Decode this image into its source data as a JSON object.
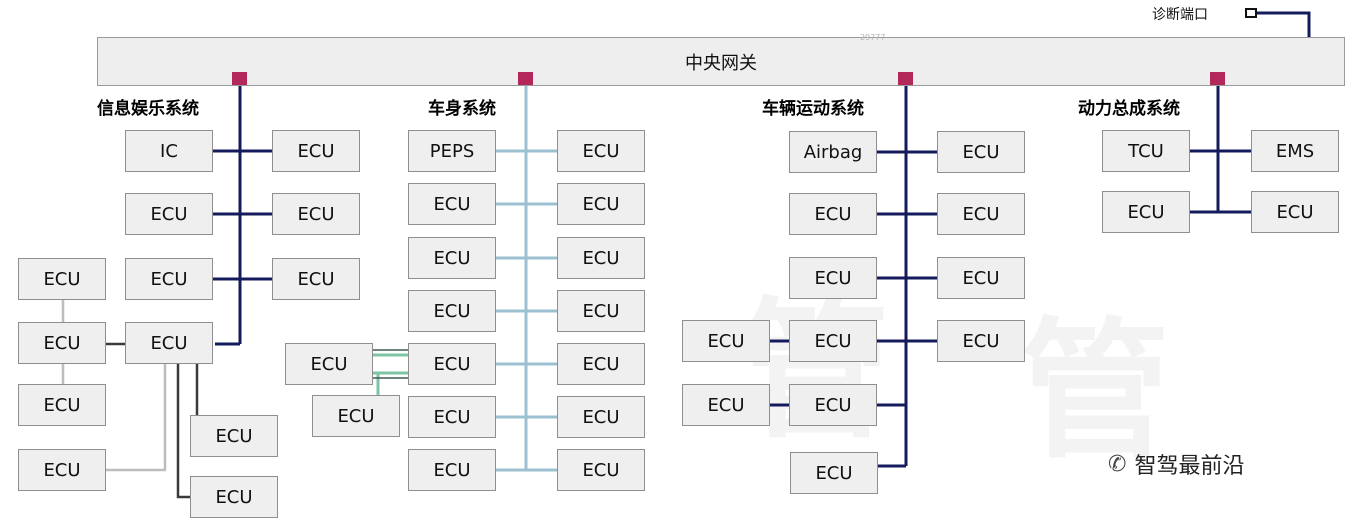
{
  "gateway": {
    "label": "中央网关",
    "id_text": "29777"
  },
  "diagnostic": {
    "label": "诊断端口"
  },
  "domains": [
    {
      "title": "信息娱乐系统"
    },
    {
      "title": "车身系统"
    },
    {
      "title": "车辆运动系统"
    },
    {
      "title": "动力总成系统"
    }
  ],
  "nodes": {
    "inf_ic": "IC",
    "inf_r1": "ECU",
    "inf_l2": "ECU",
    "inf_r2": "ECU",
    "inf_l3": "ECU",
    "inf_r3": "ECU",
    "inf_sub": "ECU",
    "inf_ext1": "ECU",
    "inf_ext2": "ECU",
    "inf_ext3": "ECU",
    "inf_ext4": "ECU",
    "inf_b1": "ECU",
    "inf_b2": "ECU",
    "body_peps": "PEPS",
    "body_r1": "ECU",
    "body_l2": "ECU",
    "body_r2": "ECU",
    "body_l3": "ECU",
    "body_r3": "ECU",
    "body_l4": "ECU",
    "body_r4": "ECU",
    "body_l5": "ECU",
    "body_r5": "ECU",
    "body_l6": "ECU",
    "body_r6": "ECU",
    "body_l7": "ECU",
    "body_r7": "ECU",
    "body_ext1": "ECU",
    "body_ext2": "ECU",
    "veh_airbag": "Airbag",
    "veh_r1": "ECU",
    "veh_l2": "ECU",
    "veh_r2": "ECU",
    "veh_l3": "ECU",
    "veh_r3": "ECU",
    "veh_l4": "ECU",
    "veh_r4": "ECU",
    "veh_ext4": "ECU",
    "veh_l5": "ECU",
    "veh_ext5": "ECU",
    "veh_l6": "ECU",
    "pt_tcu": "TCU",
    "pt_ems": "EMS",
    "pt_l2": "ECU",
    "pt_r2": "ECU"
  },
  "watermark": {
    "brand": "智驾最前沿"
  },
  "colors": {
    "bus_main": "#141b5c",
    "bus_body": "#9cc0d0",
    "bus_body_ext": "#7cc4a4",
    "port": "#b3285a",
    "local_link": "#3a3a3a",
    "gray_link": "#bdbdbd"
  }
}
